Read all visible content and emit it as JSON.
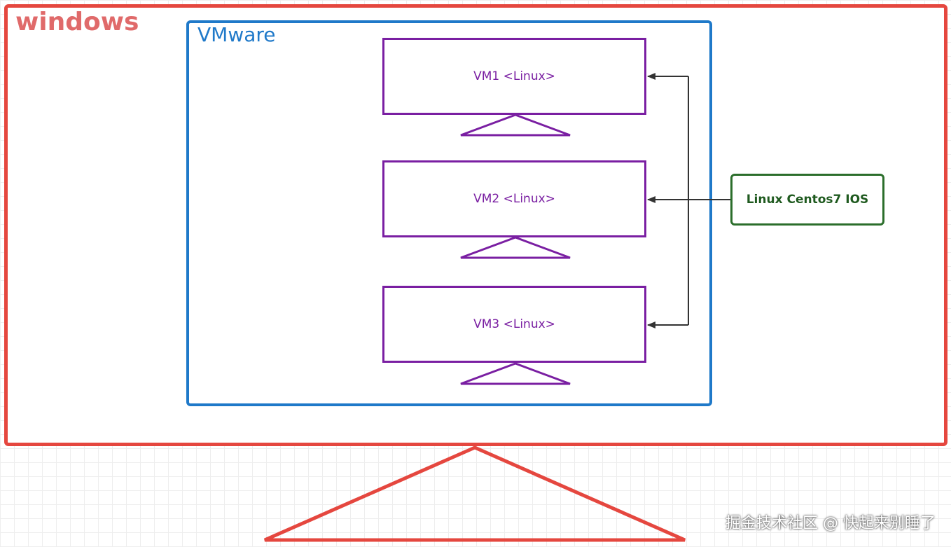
{
  "windows": {
    "title": "windows",
    "color": "#e5473f"
  },
  "vmware": {
    "title": "VMware",
    "color": "#1f79c9"
  },
  "vms": [
    {
      "label": "VM1 <Linux>"
    },
    {
      "label": "VM2 <Linux>"
    },
    {
      "label": "VM3 <Linux>"
    }
  ],
  "vm_color": "#7a1fa2",
  "iso": {
    "label": "Linux Centos7 IOS",
    "color": "#2b6e2b"
  },
  "connector_color": "#333333",
  "watermark": "掘金技术社区 @ 快起来别睡了"
}
